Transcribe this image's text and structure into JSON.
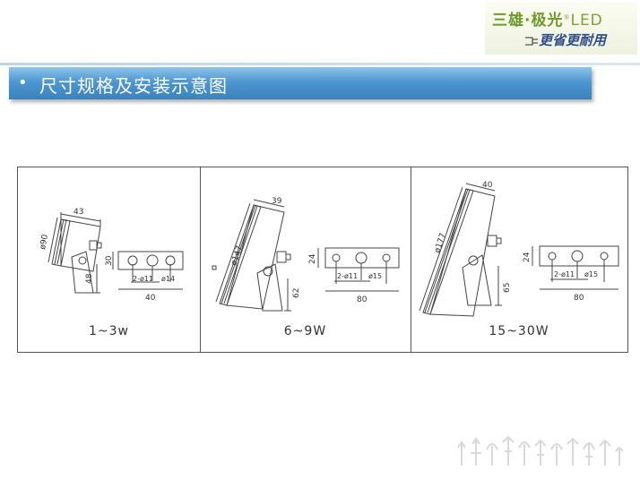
{
  "logo": {
    "brand_cn": "三雄·极光",
    "brand_led": "LED",
    "slogan": "更省更耐用"
  },
  "title": {
    "bullet": "•",
    "text": "尺寸规格及安装示意图"
  },
  "panels": [
    {
      "caption": "1~3w",
      "dims": {
        "width": "43",
        "diameter": "ø90",
        "h1": "30",
        "h2": "48",
        "holes": "2-ø11",
        "hole2": "ø14",
        "span": "40"
      }
    },
    {
      "caption": "6~9W",
      "dims": {
        "width": "39",
        "diameter": "ø147",
        "h1": "24",
        "h2": "62",
        "holes": "2-ø11",
        "hole2": "ø15",
        "span": "80"
      }
    },
    {
      "caption": "15~30W",
      "dims": {
        "width": "40",
        "diameter": "ø177",
        "h1": "24",
        "h2": "65",
        "holes": "2-ø11",
        "hole2": "ø15",
        "span": "80"
      }
    }
  ]
}
